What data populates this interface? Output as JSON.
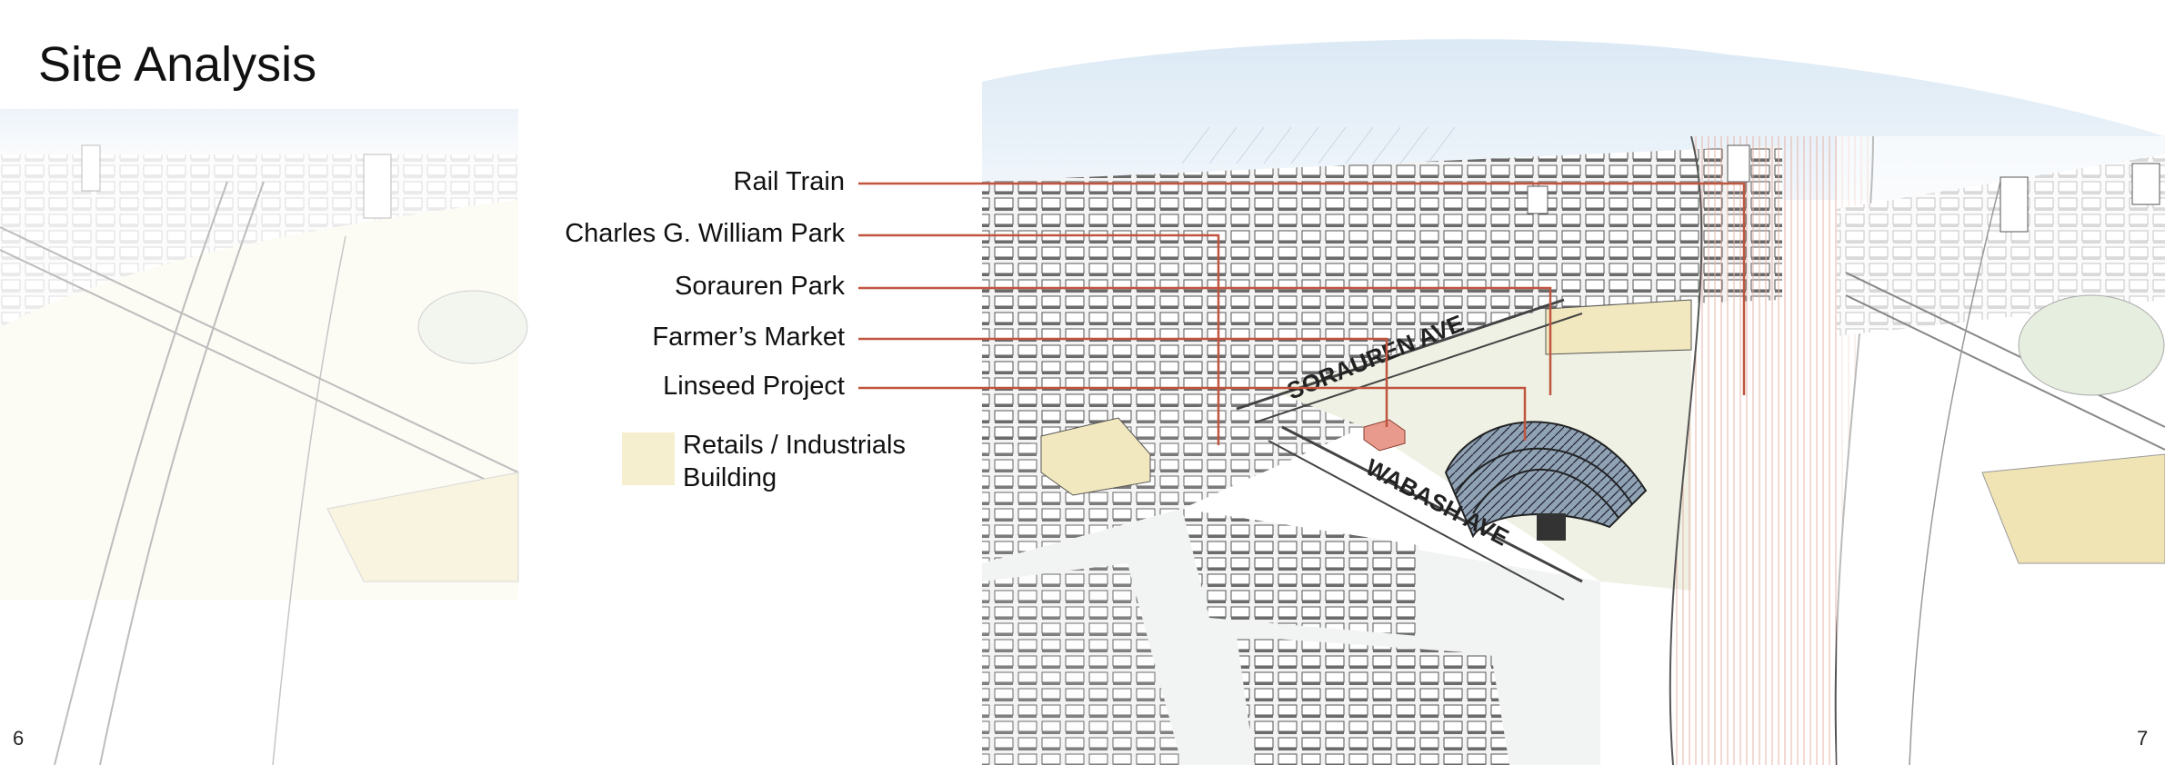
{
  "page": {
    "title": "Site Analysis",
    "page_left": "6",
    "page_right": "7"
  },
  "callouts": [
    {
      "label": "Rail Train"
    },
    {
      "label": "Charles G. William Park"
    },
    {
      "label": "Sorauren Park"
    },
    {
      "label": "Farmer’s Market"
    },
    {
      "label": "Linseed Project"
    }
  ],
  "legend": {
    "line1": "Retails / Industrials",
    "line2": "Building",
    "swatch_color": "#f6efcf"
  },
  "map": {
    "street_sorauren": "SORAUREN AVE",
    "street_wabash": "WABASH AVE",
    "leader_color": "#c0553f"
  }
}
